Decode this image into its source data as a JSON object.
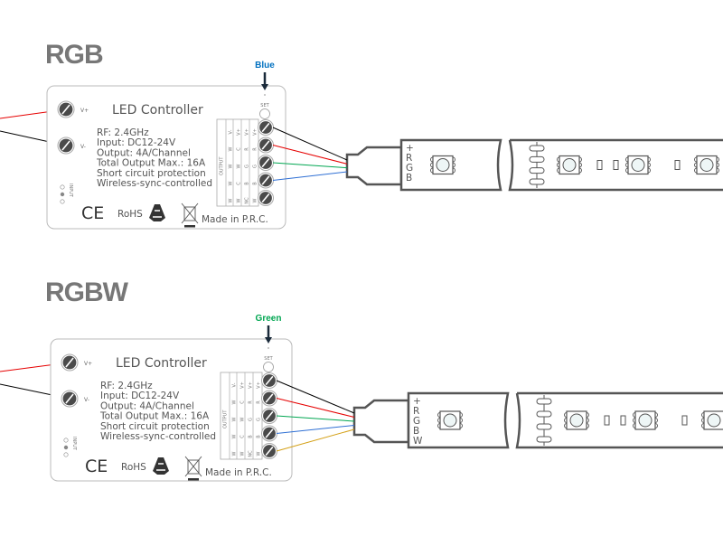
{
  "diagrams": [
    {
      "title": "RGB",
      "indicator": {
        "label": "Blue",
        "color": "#0070c0"
      },
      "controller": {
        "title": "LED Controller",
        "set_label": "SET",
        "input_labels": [
          "V+",
          "V-"
        ],
        "input_side_label": "INPUT",
        "specs": [
          "RF: 2.4GHz",
          "Input: DC12-24V",
          "Output: 4A/Channel",
          "Total Output Max.: 16A",
          "Short circuit protection",
          "Wireless-sync-controlled"
        ],
        "output_label": "OUTPUT",
        "output_columns": [
          [
            "V-",
            "W",
            "W",
            "W",
            "W"
          ],
          [
            "V+",
            "C",
            "W",
            "C",
            "W"
          ],
          [
            "V+",
            "R",
            "G",
            "B",
            "NC"
          ],
          [
            "V+",
            "R",
            "G",
            "B",
            "W"
          ]
        ],
        "certs": [
          "CE",
          "RoHS",
          "recycle",
          "weee"
        ],
        "made_in": "Made in P.R.C."
      },
      "strip_pins": [
        "+",
        "R",
        "G",
        "B"
      ],
      "wires": [
        {
          "name": "V+",
          "color": "#000000"
        },
        {
          "name": "R",
          "color": "#e60000"
        },
        {
          "name": "G",
          "color": "#00a651"
        },
        {
          "name": "B",
          "color": "#2e6fd4"
        }
      ]
    },
    {
      "title": "RGBW",
      "indicator": {
        "label": "Green",
        "color": "#00a651"
      },
      "controller": {
        "title": "LED Controller",
        "set_label": "SET",
        "input_labels": [
          "V+",
          "V-"
        ],
        "input_side_label": "INPUT",
        "specs": [
          "RF: 2.4GHz",
          "Input: DC12-24V",
          "Output: 4A/Channel",
          "Total Output Max.: 16A",
          "Short circuit protection",
          "Wireless-sync-controlled"
        ],
        "output_label": "OUTPUT",
        "output_columns": [
          [
            "V-",
            "W",
            "W",
            "W",
            "W"
          ],
          [
            "V+",
            "C",
            "W",
            "C",
            "W"
          ],
          [
            "V+",
            "R",
            "G",
            "B",
            "NC"
          ],
          [
            "V+",
            "R",
            "G",
            "B",
            "W"
          ]
        ],
        "certs": [
          "CE",
          "RoHS",
          "recycle",
          "weee"
        ],
        "made_in": "Made in P.R.C."
      },
      "strip_pins": [
        "+",
        "R",
        "G",
        "B",
        "W"
      ],
      "wires": [
        {
          "name": "V+",
          "color": "#000000"
        },
        {
          "name": "R",
          "color": "#e60000"
        },
        {
          "name": "G",
          "color": "#00a651"
        },
        {
          "name": "B",
          "color": "#2e6fd4"
        },
        {
          "name": "W",
          "color": "#d4a017"
        }
      ]
    }
  ],
  "input_wire_colors": {
    "positive": "#e60000",
    "negative": "#000000"
  }
}
